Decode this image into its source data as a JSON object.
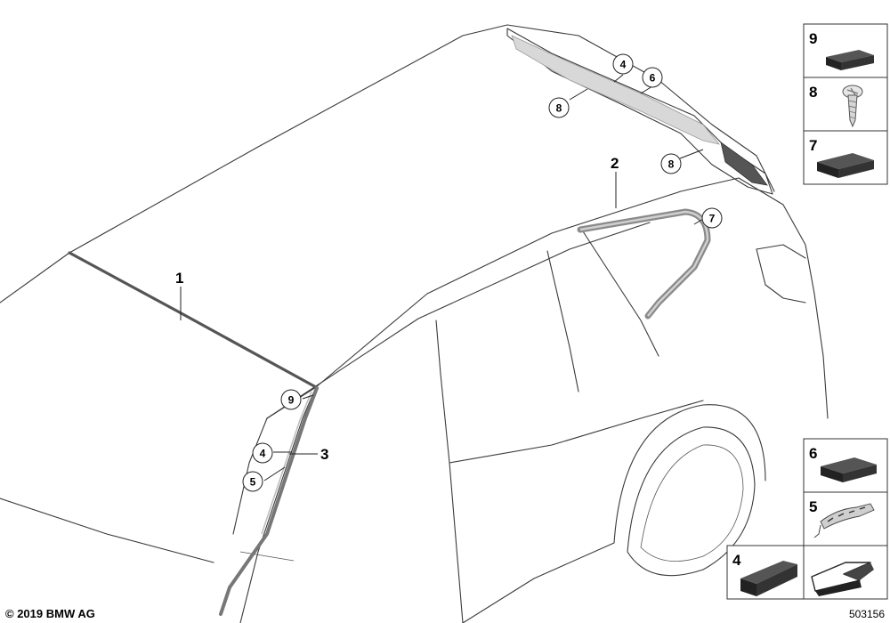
{
  "diagram": {
    "callouts": [
      {
        "id": "c-4-top",
        "label": "4"
      },
      {
        "id": "c-6-top",
        "label": "6"
      },
      {
        "id": "c-8-upper",
        "label": "8"
      },
      {
        "id": "c-8-lower",
        "label": "8"
      },
      {
        "id": "c-7",
        "label": "7"
      },
      {
        "id": "c-9",
        "label": "9"
      },
      {
        "id": "c-4-pillar",
        "label": "4"
      },
      {
        "id": "c-5-pillar",
        "label": "5"
      }
    ],
    "part_labels": {
      "p1": "1",
      "p2": "2",
      "p3": "3"
    },
    "legend_top": [
      {
        "number": "9",
        "part": "foam pad"
      },
      {
        "number": "8",
        "part": "screw"
      },
      {
        "number": "7",
        "part": "foam pad"
      }
    ],
    "legend_bottom": [
      {
        "number": "6",
        "part": "foam pad"
      },
      {
        "number": "5",
        "part": "clip strip"
      },
      {
        "number": "4",
        "part": "seal"
      }
    ]
  },
  "footer": {
    "copyright": "© 2019 BMW AG",
    "diagram_number": "503156"
  },
  "colors": {
    "line": "#3a3a3a",
    "trim": "#8a8a8a",
    "part_dark": "#2b2b2b"
  }
}
